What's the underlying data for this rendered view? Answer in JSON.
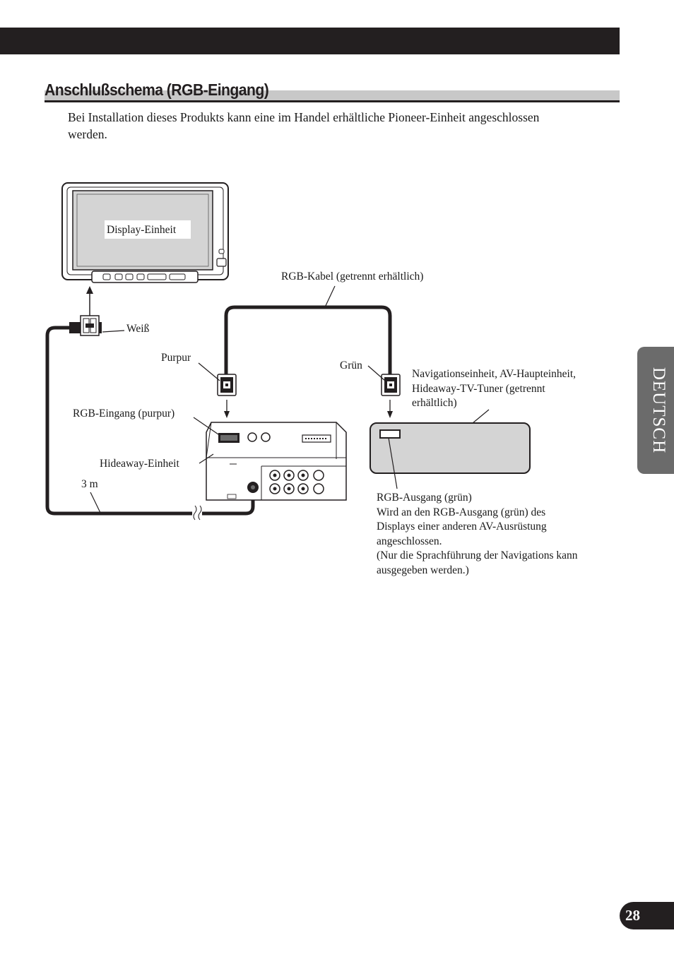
{
  "heading": "Anschlußschema (RGB-Eingang)",
  "intro": "Bei Installation dieses Produkts kann eine im Handel erhältliche Pioneer-Einheit angeschlossen werden.",
  "diagram": {
    "display_label": "Display-Einheit",
    "rgb_cable_label": "RGB-Kabel (getrennt erhältlich)",
    "white_label": "Weiß",
    "purple_label": "Purpur",
    "green_label": "Grün",
    "nav_unit_line1": "Navigationseinheit, AV-Haupteinheit,",
    "nav_unit_line2": "Hideaway-TV-Tuner (getrennt",
    "nav_unit_line3": "erhältlich)",
    "rgb_input_label": "RGB-Eingang (purpur)",
    "hideaway_label": "Hideaway-Einheit",
    "length_label": "3 m",
    "rgb_output_line1": "RGB-Ausgang (grün)",
    "rgb_output_line2": "Wird an den RGB-Ausgang (grün) des",
    "rgb_output_line3": "Displays einer anderen AV-Ausrüstung",
    "rgb_output_line4": "angeschlossen.",
    "rgb_output_line5": "(Nur die Sprachführung der Navigations kann",
    "rgb_output_line6": "ausgegeben werden.)"
  },
  "side_tab": "DEUTSCH",
  "page_number": "28"
}
